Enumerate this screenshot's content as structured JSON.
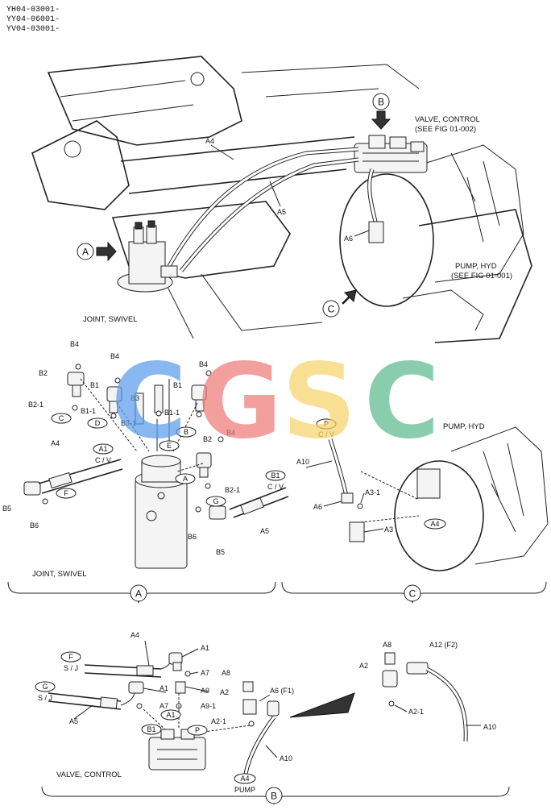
{
  "header": {
    "lines": [
      "YH04-03001-",
      "YY04-06001-",
      "YV04-03001-"
    ]
  },
  "watermark": {
    "letters": [
      "C",
      "G",
      "S",
      "C"
    ],
    "colors": [
      "#5b9ee9",
      "#ef7b78",
      "#f6d36b",
      "#5dbb8e"
    ]
  },
  "top_view": {
    "callouts": {
      "A": "A",
      "B": "B",
      "C": "C"
    },
    "valve_control": [
      "VALVE, CONTROL",
      "(SEE FIG 01-002)"
    ],
    "pump_hyd": [
      "PUMP, HYD",
      "(SEE FIG 01-001)"
    ],
    "joint_swivel": "JOINT, SWIVEL",
    "labels": {
      "a4": "A4",
      "a5": "A5",
      "a6": "A6"
    }
  },
  "view_a": {
    "caption": "JOINT, SWIVEL",
    "letter": "A",
    "labels": {
      "b4_1": "B4",
      "b4_2": "B4",
      "b4_3": "B4",
      "b4_4": "B4",
      "b2": "B2",
      "b2_1": "B2-1",
      "b1_1": "B1",
      "b1_1b": "B1-1",
      "b3": "B3",
      "b1_2": "B1",
      "b1_1c": "B1-1",
      "b3_1": "B3-1",
      "b2_b": "B2",
      "b2_1b": "B2-1",
      "a4": "A4",
      "b5": "B5",
      "b6": "B6",
      "b6b": "B6",
      "b5b": "B5",
      "a5": "A5"
    },
    "ovals": {
      "c": "C",
      "d": "D",
      "e": "E",
      "b": "B",
      "a": "A",
      "f": "F",
      "g": "G"
    },
    "ovals_cv": {
      "a1": "A1",
      "a1sub": "C / V",
      "b1": "B1",
      "b1sub": "C / V"
    }
  },
  "view_c": {
    "caption": "PUMP, HYD",
    "letter": "C",
    "labels": {
      "a10": "A10",
      "a6": "A6",
      "a3_1": "A3-1",
      "a3": "A3"
    },
    "ovals": {
      "p": "P",
      "psub": "C / V",
      "a4": "A4"
    }
  },
  "view_b": {
    "caption": "VALVE, CONTROL",
    "letter": "B",
    "labels": {
      "a4": "A4",
      "a1": "A1",
      "a7": "A7",
      "a8": "A8",
      "a1b": "A1",
      "a9": "A9",
      "a2": "A2",
      "a6f1": "A6 (F1)",
      "a9_1": "A9-1",
      "a7b": "A7",
      "a5": "A5",
      "a2_1": "A2-1",
      "a10": "A10",
      "det_a8": "A8",
      "det_a12": "A12 (F2)",
      "det_a2": "A2",
      "det_a2_1": "A2-1",
      "det_a10": "A10"
    },
    "ovals": {
      "f": "F",
      "fsub": "S / J",
      "g": "G",
      "gsub": "S / J",
      "a1": "A1",
      "b1": "B1",
      "p": "P",
      "a4": "A4",
      "a4sub": "PUMP"
    }
  }
}
